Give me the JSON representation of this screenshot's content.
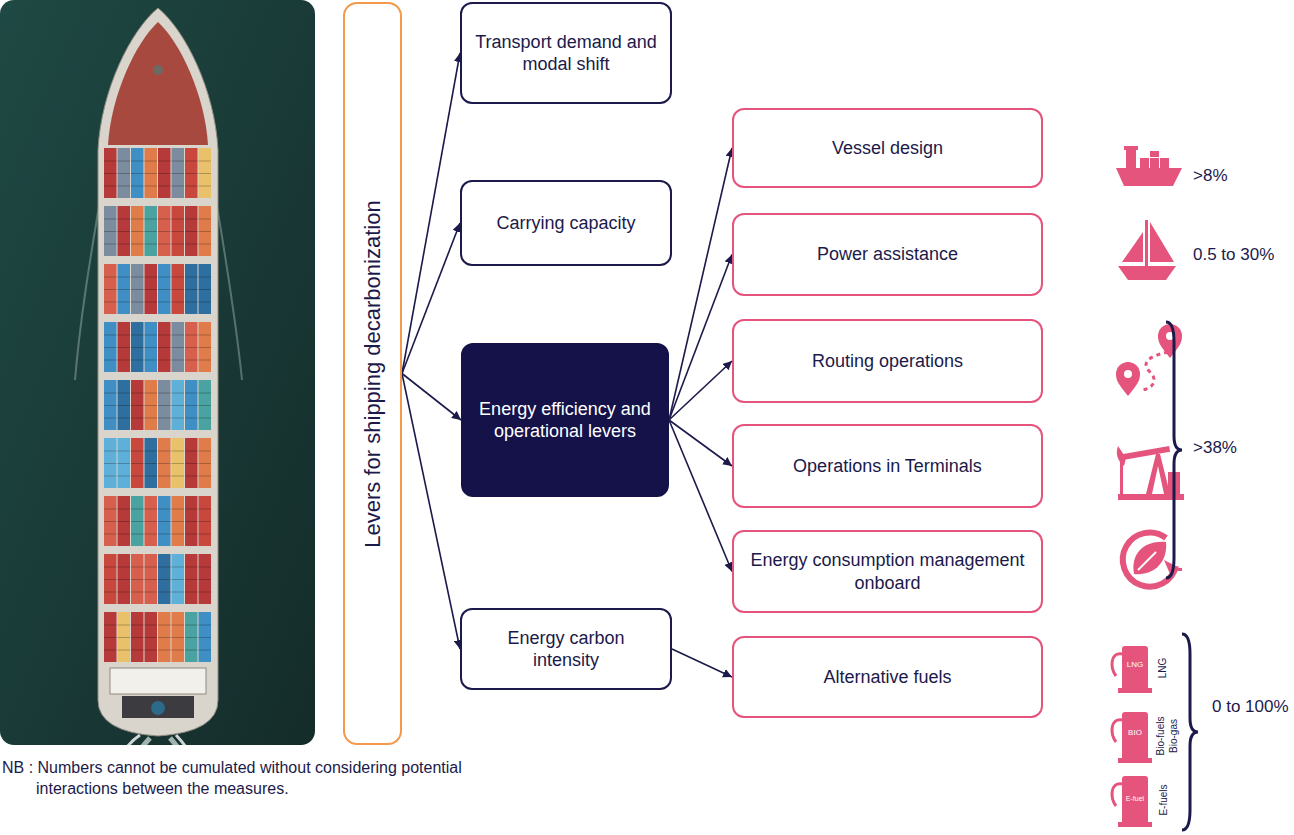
{
  "diagram": {
    "nodes": [
      {
        "text": [
          "Levers for shipping decarbonization"
        ]
      },
      {
        "text": [
          "Transport demand and modal shift"
        ]
      },
      {
        "text": [
          "Carrying capacity"
        ]
      },
      {
        "text": [
          "Energy efficiency and operational levers"
        ]
      },
      {
        "text": [
          "Energy carbon intensity"
        ]
      },
      {
        "text": [
          "Vessel design"
        ]
      },
      {
        "text": [
          "Power assistance"
        ]
      },
      {
        "text": [
          "Routing operations"
        ]
      },
      {
        "text": [
          "Operations in Terminals"
        ]
      },
      {
        "text": [
          "Energy consumption management onboard"
        ]
      },
      {
        "text": [
          "Alternative fuels"
        ]
      }
    ],
    "edges": [
      {
        "from": 0,
        "to": 1,
        "arrow": "to"
      },
      {
        "from": 0,
        "to": 2,
        "arrow": "to"
      },
      {
        "from": 0,
        "to": 3,
        "arrow": "to"
      },
      {
        "from": 0,
        "to": 4,
        "arrow": "to"
      },
      {
        "from": 3,
        "to": 5,
        "arrow": "to"
      },
      {
        "from": 3,
        "to": 6,
        "arrow": "to"
      },
      {
        "from": 3,
        "to": 7,
        "arrow": "to"
      },
      {
        "from": 3,
        "to": 8,
        "arrow": "to"
      },
      {
        "from": 3,
        "to": 9,
        "arrow": "to"
      },
      {
        "from": 4,
        "to": 10,
        "arrow": "to"
      }
    ],
    "labels": [
      ">8%",
      "0.5 to 30%",
      ">38%",
      "LNG",
      "LNG",
      "BIO",
      "Bio-fuels",
      "Bio-gas",
      "E-fuel",
      "E-fuels",
      "0 to 100%",
      "NB : Numbers cannot be cumulated without considering potential interactions between the measures."
    ]
  }
}
